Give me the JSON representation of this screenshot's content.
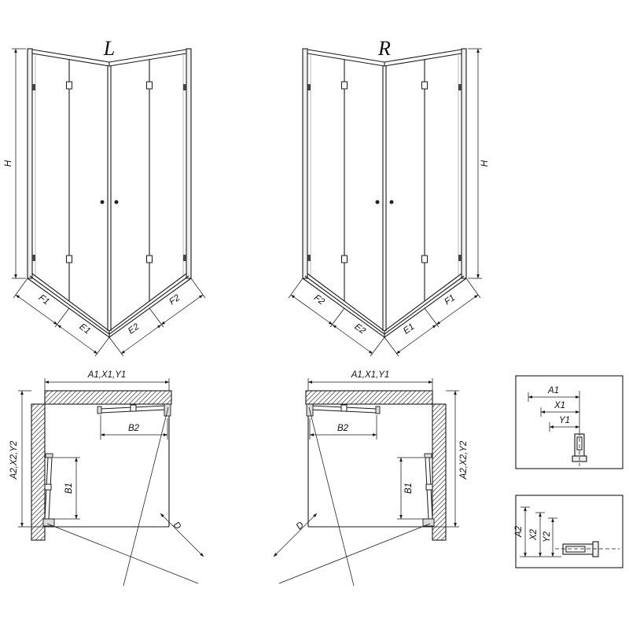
{
  "labels": {
    "front_left": {
      "title": "L",
      "h": "H",
      "f1": "F1",
      "e1": "E1",
      "e2": "E2",
      "f2": "F2"
    },
    "front_right": {
      "title": "R",
      "h": "H",
      "f1": "F1",
      "e1": "E1",
      "e2": "E2",
      "f2": "F2"
    },
    "plan_left": {
      "top": "A1,X1,Y1",
      "side": "A2,X2,Y2",
      "b1": "B1",
      "b2": "B2",
      "d": "D"
    },
    "plan_right": {
      "top": "A1,X1,Y1",
      "side": "A2,X2,Y2",
      "b1": "B1",
      "b2": "B2",
      "d": "D"
    },
    "detail_top": {
      "a1": "A1",
      "x1": "X1",
      "y1": "Y1"
    },
    "detail_bottom": {
      "a2": "A2",
      "x2": "X2",
      "y2": "Y2"
    }
  }
}
